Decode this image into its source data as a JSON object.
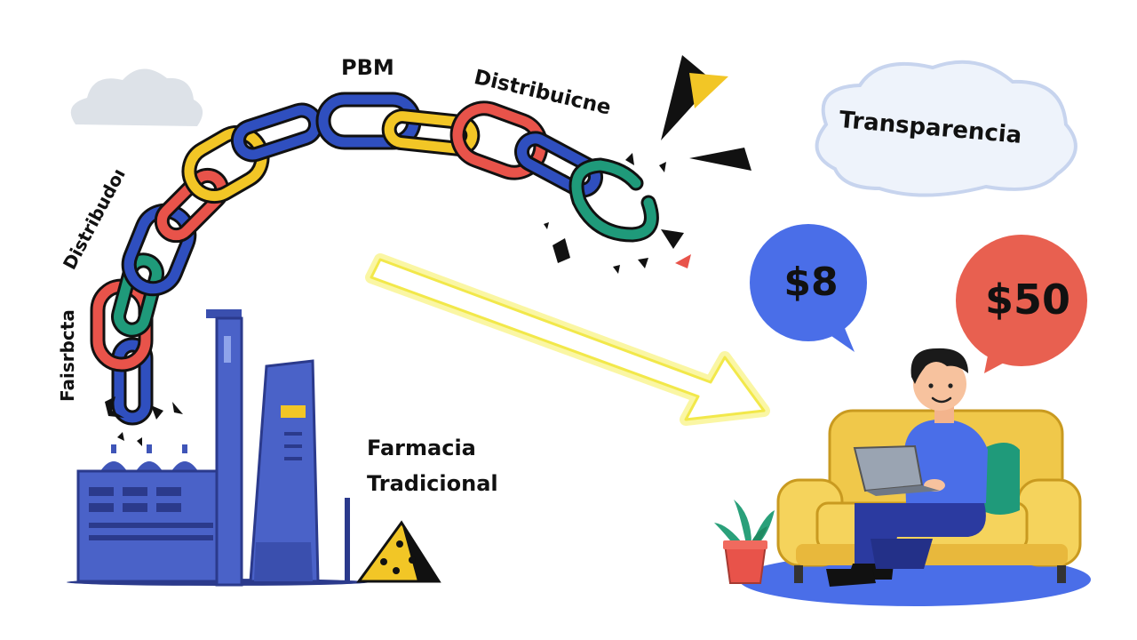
{
  "labels": {
    "pbm": "PBM",
    "distribuidor_top": "Distribuicne",
    "distribuidor_left": "Distribudoı",
    "fabricante": "Faisrbcta",
    "farmacia_line1": "Farmacia",
    "farmacia_line2": "Tradicional",
    "transparencia": "Transparencia"
  },
  "prices": {
    "low": "$8",
    "high": "$50"
  },
  "colors": {
    "chain_blue": "#2f4fbf",
    "chain_yellow": "#f2c626",
    "chain_red": "#e8534a",
    "chain_green": "#1f9a7a",
    "bubble_blue": "#4a6ee8",
    "bubble_red": "#e86050",
    "factory_blue": "#4a62c8",
    "sofa_yellow": "#f0c84a",
    "arrow_glow": "#f7f05a",
    "cloud_gray": "#dde2e8",
    "cloud_light": "#eef3fb"
  },
  "icons": [
    "cloud-icon",
    "chain-icon",
    "factory-icon",
    "arrow-icon",
    "speech-bubble-icon",
    "warning-sign-icon",
    "person-on-sofa-icon",
    "laptop-icon",
    "plant-icon"
  ]
}
